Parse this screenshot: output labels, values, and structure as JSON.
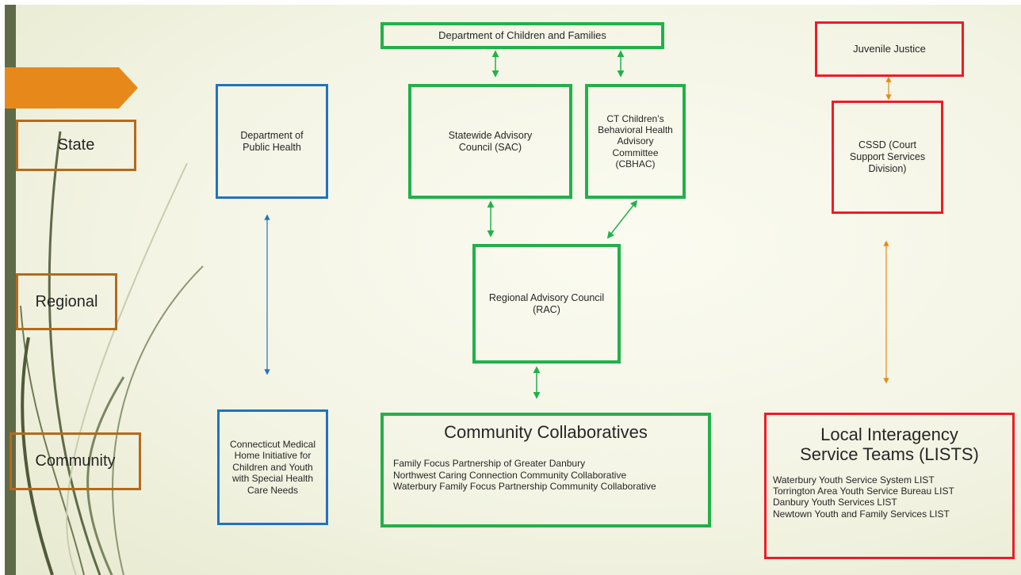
{
  "levels": {
    "state": "State",
    "regional": "Regional",
    "community": "Community"
  },
  "boxes": {
    "dcf": "Department of Children and Families",
    "dph": "Department of Public Health",
    "sac": "Statewide Advisory Council (SAC)",
    "cbhac": "CT Children’s Behavioral Health Advisory Committee (CBHAC)",
    "juvenile_justice": "Juvenile Justice",
    "cssd": "CSSD (Court Support Services Division)",
    "rac": "Regional Advisory Council (RAC)",
    "cmhi": "Connecticut Medical Home Initiative for Children and Youth with Special Health Care Needs"
  },
  "community_collaboratives": {
    "title": "Community Collaboratives",
    "items": [
      "Family Focus Partnership of Greater Danbury",
      "Northwest Caring Connection Community Collaborative",
      "Waterbury Family Focus Partnership Community Collaborative"
    ]
  },
  "lists": {
    "title": "Local Interagency Service Teams (LISTS)",
    "items": [
      "Waterbury Youth Service System LIST",
      "Torrington Area Youth Service Bureau LIST",
      "Danbury Youth Services LIST",
      "Newtown Youth and Family Services LIST"
    ]
  },
  "colors": {
    "green": "#21b14a",
    "blue": "#1f73c1",
    "red": "#ee1c24",
    "orange": "#e38b1c",
    "level_border": "#b46a1c"
  }
}
